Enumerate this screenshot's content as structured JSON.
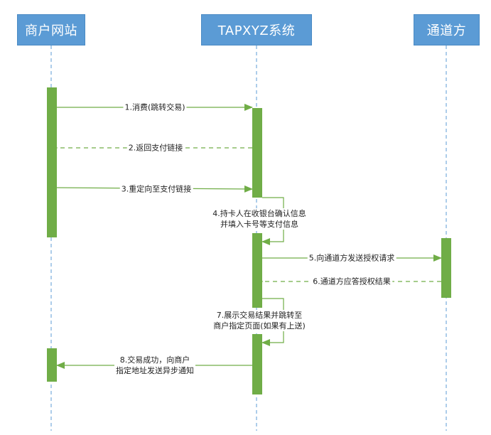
{
  "participants": {
    "merchant": "商户网站",
    "system": "TAPXYZ系统",
    "channel": "通道方"
  },
  "messages": {
    "m1": "1.消费(跳转交易)",
    "m2": "2.返回支付链接",
    "m3": "3.重定向至支付链接",
    "m4_line1": "4.持卡人在收银台确认信息",
    "m4_line2": "并填入卡号等支付信息",
    "m5": "5.向通道方发送授权请求",
    "m6": "6.通道方应答授权结果",
    "m7_line1": "7.展示交易结果并跳转至",
    "m7_line2": "商户指定页面(如果有上送)",
    "m8_line1": "8.交易成功，向商户",
    "m8_line2": "指定地址发送异步通知"
  },
  "colors": {
    "header": "#5b9bd5",
    "lifeline": "#5b9bd5",
    "activation": "#70ad47",
    "arrow": "#70ad47"
  }
}
